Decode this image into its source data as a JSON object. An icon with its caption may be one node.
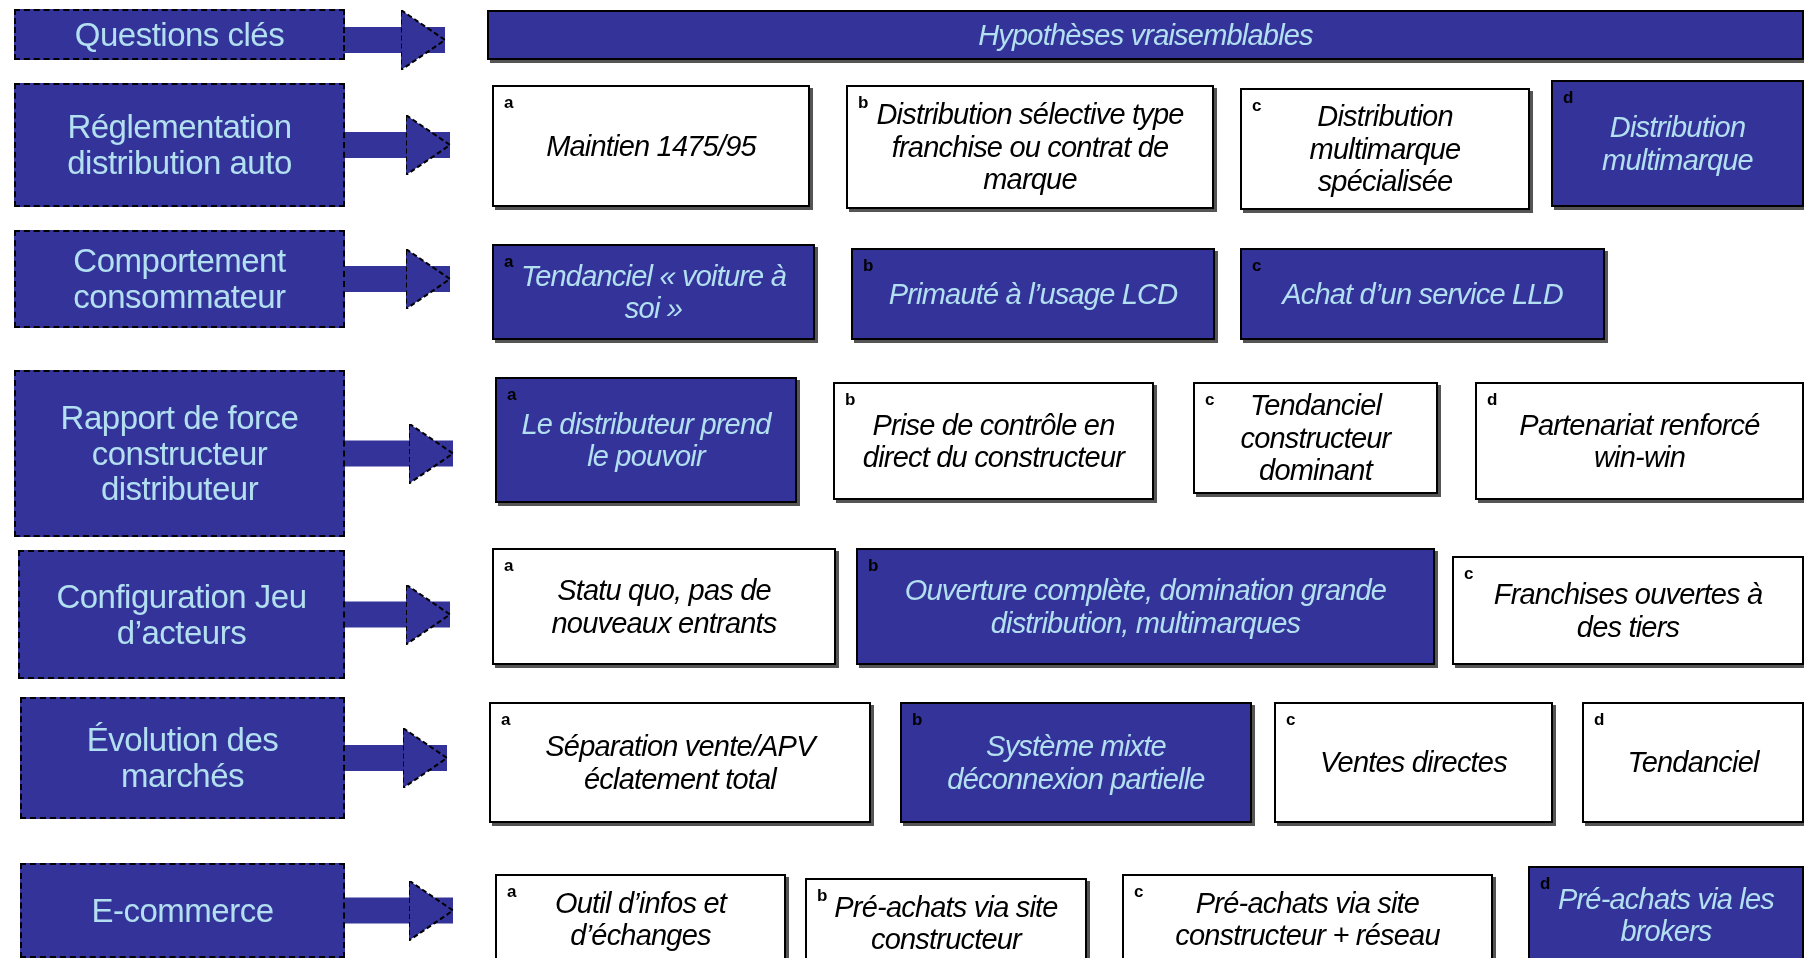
{
  "diagram": {
    "nodes": [
      {
        "text": [
          "Questions clés"
        ]
      },
      {
        "text": [
          "Hypothèses vraisemblables"
        ]
      },
      {
        "text": [
          "Réglementation distribution auto"
        ]
      },
      {
        "text": [
          "a",
          "Maintien 1475/95"
        ]
      },
      {
        "text": [
          "b",
          "Distribution sélective type franchise ou contrat de marque"
        ]
      },
      {
        "text": [
          "c",
          "Distribution multimarque spécialisée"
        ]
      },
      {
        "text": [
          "d",
          "Distribution multimarque"
        ]
      },
      {
        "text": [
          "Comportement consommateur"
        ]
      },
      {
        "text": [
          "a",
          "Tendanciel « voiture à soi »"
        ]
      },
      {
        "text": [
          "b",
          "Primauté à l’usage LCD"
        ]
      },
      {
        "text": [
          "c",
          "Achat d’un service LLD"
        ]
      },
      {
        "text": [
          "Rapport de force constructeur distributeur"
        ]
      },
      {
        "text": [
          "a",
          "Le distributeur prend le pouvoir"
        ]
      },
      {
        "text": [
          "b",
          "Prise de contrôle en direct du constructeur"
        ]
      },
      {
        "text": [
          "c",
          "Tendanciel constructeur dominant"
        ]
      },
      {
        "text": [
          "d",
          "Partenariat renforcé win-win"
        ]
      },
      {
        "text": [
          "Configuration Jeu d’acteurs"
        ]
      },
      {
        "text": [
          "a",
          "Statu quo, pas de nouveaux entrants"
        ]
      },
      {
        "text": [
          "b",
          "Ouverture complète, domination grande distribution, multimarques"
        ]
      },
      {
        "text": [
          "c",
          "Franchises ouvertes à des tiers"
        ]
      },
      {
        "text": [
          "Évolution des marchés"
        ]
      },
      {
        "text": [
          "a",
          "Séparation vente/APV éclatement total"
        ]
      },
      {
        "text": [
          "b",
          "Système mixte déconnexion partielle"
        ]
      },
      {
        "text": [
          "c",
          "Ventes directes"
        ]
      },
      {
        "text": [
          "d",
          "Tendanciel"
        ]
      },
      {
        "text": [
          "E-commerce"
        ]
      },
      {
        "text": [
          "a",
          "Outil d’infos et d’échanges"
        ]
      },
      {
        "text": [
          "b",
          "Pré-achats via site constructeur"
        ]
      },
      {
        "text": [
          "c",
          "Pré-achats via site constructeur + réseau"
        ]
      },
      {
        "text": [
          "d",
          "Pré-achats via les brokers"
        ]
      }
    ],
    "edges": [
      {
        "from": 0,
        "to": 1,
        "arrow": "to"
      },
      {
        "from": 2,
        "to": 3,
        "arrow": "to"
      },
      {
        "from": 7,
        "to": 8,
        "arrow": "to"
      },
      {
        "from": 11,
        "to": 12,
        "arrow": "to"
      },
      {
        "from": 16,
        "to": 17,
        "arrow": "to"
      },
      {
        "from": 20,
        "to": 21,
        "arrow": "to"
      },
      {
        "from": 25,
        "to": 26,
        "arrow": "to"
      }
    ]
  }
}
